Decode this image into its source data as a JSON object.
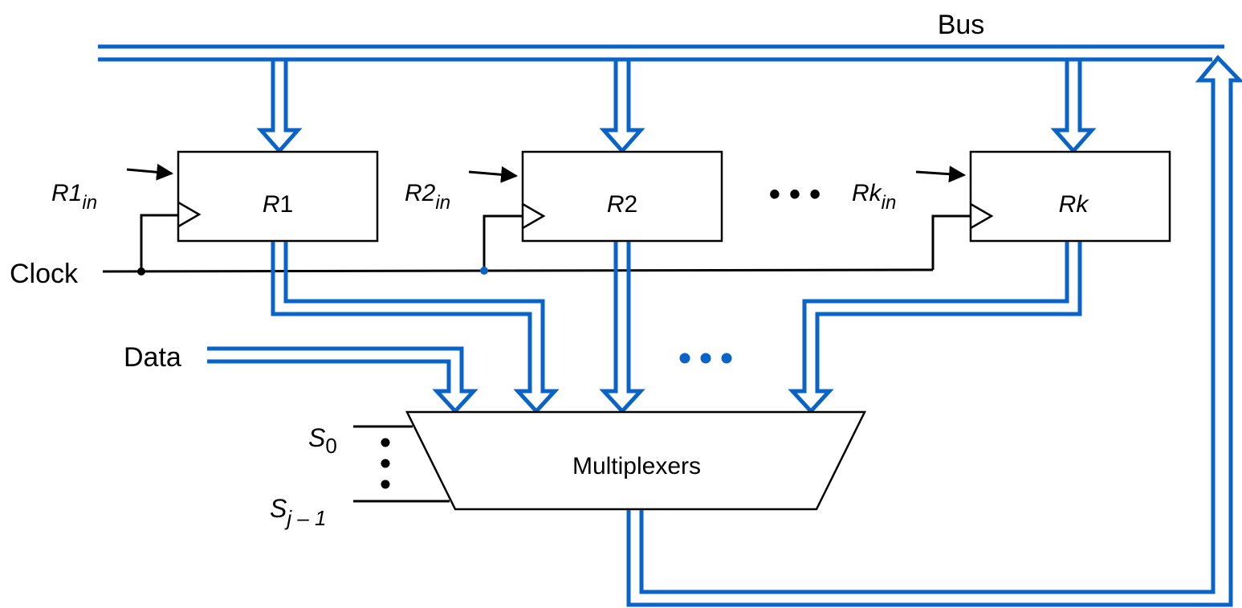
{
  "bus": {
    "label": "Bus"
  },
  "clock": {
    "label": "Clock"
  },
  "data": {
    "label": "Data"
  },
  "registers": [
    {
      "name_main": "R",
      "name_suffix": "1",
      "in_main": "R1",
      "in_sub": "in"
    },
    {
      "name_main": "R",
      "name_suffix": "2",
      "in_main": "R2",
      "in_sub": "in"
    },
    {
      "name_main": "Rk",
      "name_suffix": "",
      "in_main": "Rk",
      "in_sub": "in"
    }
  ],
  "ellipsis": "• • •",
  "mux": {
    "label": "Multiplexers",
    "select_first": {
      "main": "S",
      "sub": "0"
    },
    "select_last": {
      "main": "S",
      "sub": "j – 1"
    }
  },
  "colors": {
    "bus_line": "#0a64c8",
    "wire": "#000000",
    "junction_blue": "#0a64c8"
  }
}
